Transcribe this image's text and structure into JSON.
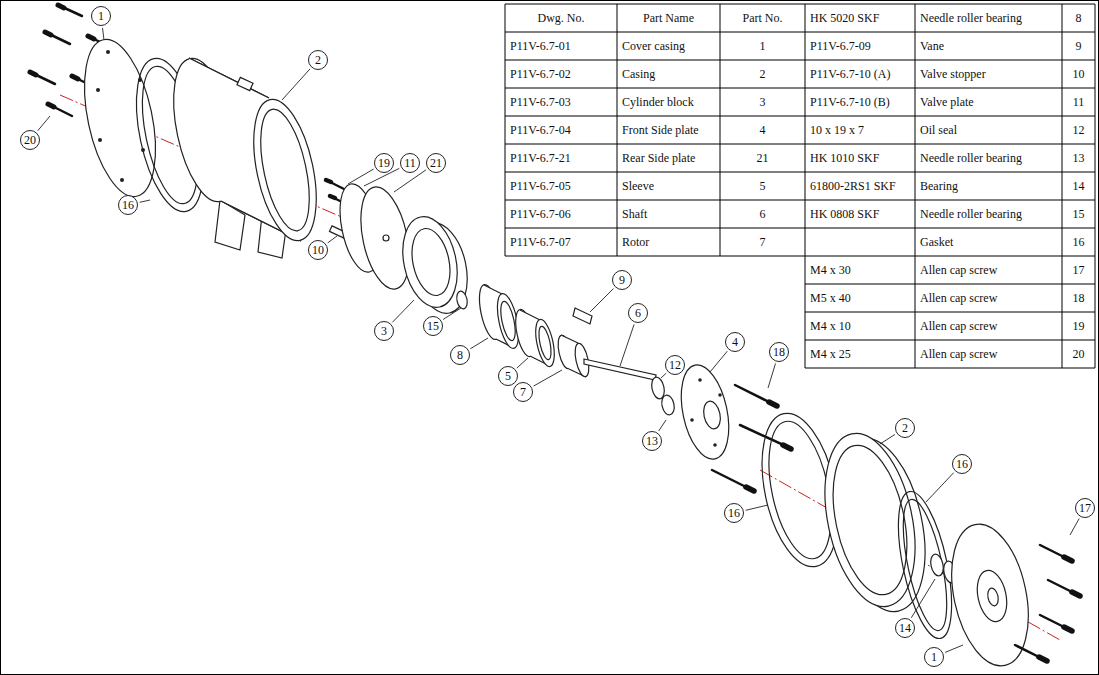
{
  "diagram": {
    "labels": [
      "Dwg. No.",
      "Part Name",
      "Part No.",
      "HK 5020 SKF",
      "Needle roller bearing",
      "8",
      "P11V-6.7-01",
      "Cover casing",
      "1",
      "P11V-6.7-09",
      "Vane",
      "9",
      "P11V-6.7-02",
      "Casing",
      "2",
      "P11V-6.7-10 (A)",
      "Valve stopper",
      "10",
      "P11V-6.7-03",
      "Cylinder block",
      "3",
      "P11V-6.7-10 (B)",
      "Valve plate",
      "11",
      "P11V-6.7-04",
      "Front Side plate",
      "4",
      "10 x 19 x 7",
      "Oil seal",
      "12",
      "P11V-6.7-21",
      "Rear Side plate",
      "21",
      "HK 1010 SKF",
      "Needle roller bearing",
      "13",
      "P11V-6.7-05",
      "Sleeve",
      "5",
      "61800-2RS1 SKF",
      "Bearing",
      "14",
      "P11V-6.7-06",
      "Shaft",
      "6",
      "HK 0808 SKF",
      "Needle roller bearing",
      "15",
      "P11V-6.7-07",
      "Rotor",
      "7",
      "Gasket",
      "16",
      "M4 x 30",
      "Allen cap screw",
      "17",
      "M5 x 40",
      "Allen cap screw",
      "18",
      "M4 x 10",
      "Allen cap screw",
      "19",
      "M4 x 25",
      "Allen cap screw",
      "20",
      "1",
      "20",
      "2",
      "16",
      "19",
      "11",
      "21",
      "10",
      "3",
      "15",
      "8",
      "9",
      "6",
      "5",
      "7",
      "12",
      "4",
      "13",
      "18",
      "16",
      "2",
      "16",
      "14",
      "1",
      "17"
    ]
  }
}
